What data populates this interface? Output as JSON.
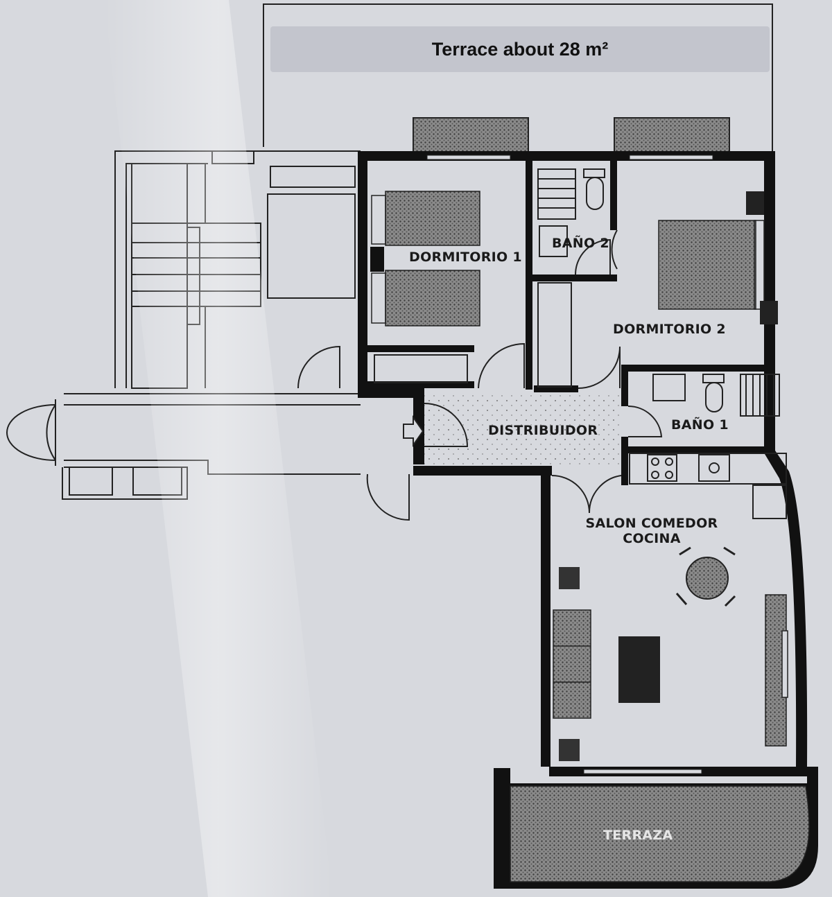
{
  "banner": {
    "text": "Terrace about 28 m²"
  },
  "rooms": {
    "dormitorio_1": "DORMITORIO 1",
    "bano_2": "BAÑO 2",
    "dormitorio_2": "DORMITORIO 2",
    "distribuidor": "DISTRIBUIDOR",
    "bano_1": "BAÑO 1",
    "salon_line1": "SALON COMEDOR",
    "salon_line2": "COCINA",
    "terraza": "TERRAZA"
  },
  "colors": {
    "paper": "#d7d9de",
    "wall": "#111111",
    "hatch": "#6b6b6b",
    "banner": "#c3c5cd"
  }
}
